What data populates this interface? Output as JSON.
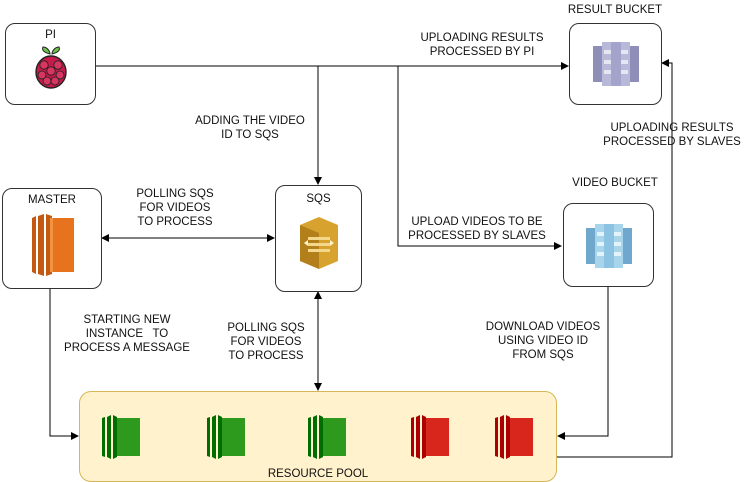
{
  "nodes": {
    "pi": {
      "label": "PI",
      "icon": "raspberry-pi-icon"
    },
    "result_bucket": {
      "label": "RESULT BUCKET",
      "icon": "s3-bucket-icon"
    },
    "master": {
      "label": "MASTER",
      "icon": "ec2-instance-icon"
    },
    "sqs": {
      "label": "SQS",
      "icon": "sqs-queue-icon"
    },
    "video_bucket": {
      "label": "VIDEO BUCKET",
      "icon": "s3-bucket-icon"
    },
    "resource_pool": {
      "label": "RESOURCE POOL",
      "instances": [
        {
          "state": "running",
          "color": "#2d9a1e"
        },
        {
          "state": "running",
          "color": "#2d9a1e"
        },
        {
          "state": "running",
          "color": "#2d9a1e"
        },
        {
          "state": "stopped",
          "color": "#d9261c"
        },
        {
          "state": "stopped",
          "color": "#d9261c"
        }
      ]
    }
  },
  "edges": {
    "pi_to_result": [
      "UPLOADING RESULTS",
      "PROCESSED BY PI"
    ],
    "pi_to_sqs": [
      "ADDING THE VIDEO",
      "ID TO SQS"
    ],
    "master_sqs": [
      "POLLING SQS",
      "FOR VIDEOS",
      "TO PROCESS"
    ],
    "pi_to_video": [
      "UPLOAD VIDEOS TO BE",
      "PROCESSED BY SLAVES"
    ],
    "pool_to_result": [
      "UPLOADING RESULTS",
      "PROCESSED BY SLAVES"
    ],
    "master_to_pool": [
      "STARTING NEW",
      "INSTANCE   TO",
      "PROCESS A MESSAGE"
    ],
    "pool_sqs": [
      "POLLING SQS",
      "FOR VIDEOS",
      "TO PROCESS"
    ],
    "video_to_pool": [
      "DOWNLOAD VIDEOS",
      "USING VIDEO ID",
      "FROM SQS"
    ]
  },
  "colors": {
    "pool_fill": "#fff2cc",
    "pool_border": "#d6b656",
    "master_orange": "#e8731e",
    "sqs_gold": "#d8a22e",
    "result_bucket_gray": "#b8b8d8",
    "video_bucket_blue": "#a8d4ec"
  }
}
